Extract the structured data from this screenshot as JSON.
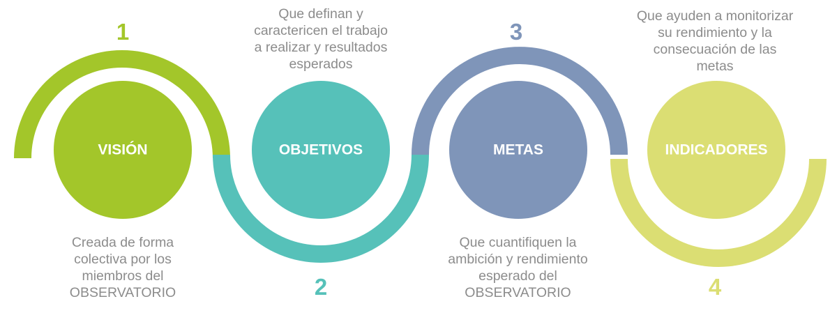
{
  "colors": {
    "vision": "#a3c62a",
    "objetivos": "#56c1b9",
    "metas": "#7f95b9",
    "indicadores": "#dbde73",
    "description_text": "#8c8c8c",
    "label_text": "#ffffff"
  },
  "steps": [
    {
      "number": "1",
      "title": "VISIÓN",
      "description": "Creada de forma\ncolectiva por los\nmiembros del\nOBSERVATORIO"
    },
    {
      "number": "2",
      "title": "OBJETIVOS",
      "description": "Que definan y\ncaractericen el trabajo\na realizar y resultados\nesperados"
    },
    {
      "number": "3",
      "title": "METAS",
      "description": "Que cuantifiquen la\nambición y rendimiento\nesperado del\nOBSERVATORIO"
    },
    {
      "number": "4",
      "title": "INDICADORES",
      "description": "Que ayuden a monitorizar\nsu rendimiento y la\nconsecuación de las\nmetas"
    }
  ]
}
